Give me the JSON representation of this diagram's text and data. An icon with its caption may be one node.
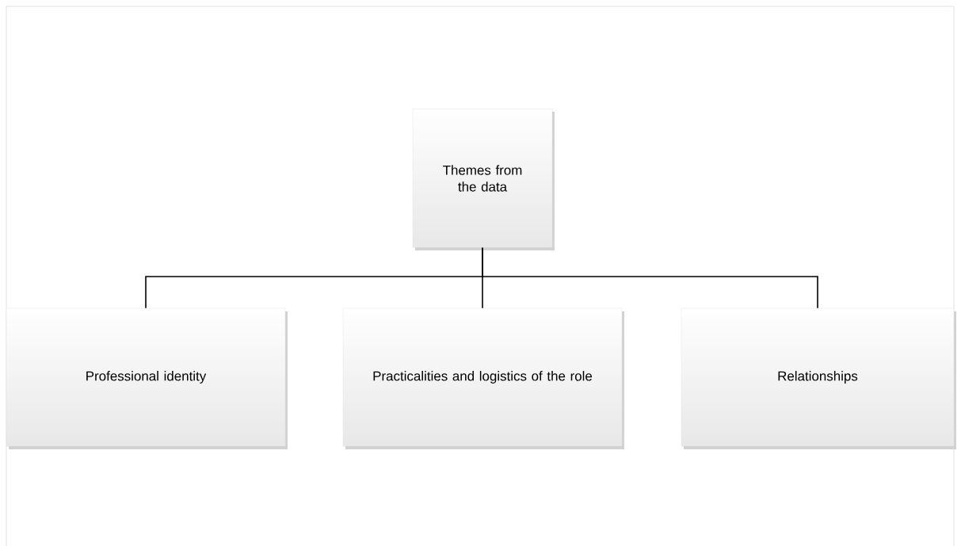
{
  "diagram": {
    "nodes": [
      {
        "text": [
          "Themes from the data"
        ]
      },
      {
        "text": [
          "Professional identity"
        ]
      },
      {
        "text": [
          "Practicalities and logistics of the role"
        ]
      },
      {
        "text": [
          "Relationships"
        ]
      }
    ],
    "edges": [
      {
        "from": 0,
        "to": 1,
        "arrow": "none"
      },
      {
        "from": 0,
        "to": 2,
        "arrow": "none"
      },
      {
        "from": 0,
        "to": 3,
        "arrow": "none"
      }
    ]
  }
}
